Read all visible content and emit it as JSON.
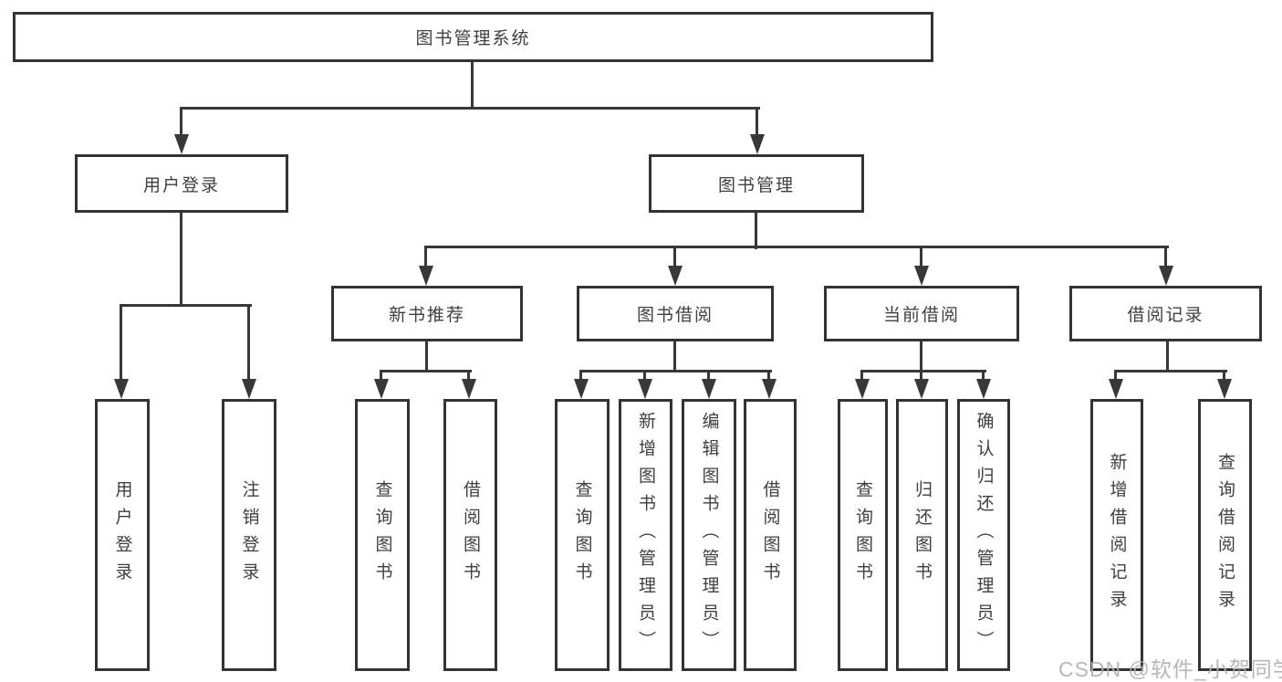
{
  "nodes": {
    "root": "图书管理系统",
    "level2": [
      "用户登录",
      "图书管理"
    ],
    "level3": [
      "新书推荐",
      "图书借阅",
      "当前借阅",
      "借阅记录"
    ],
    "leaves_user": [
      "用户登录",
      "注销登录"
    ],
    "leaves_newbook": [
      "查询图书",
      "借阅图书"
    ],
    "leaves_borrow": [
      "查询图书",
      "新增图书（管理员）",
      "编辑图书（管理员）",
      "借阅图书"
    ],
    "leaves_current": [
      "查询图书",
      "归还图书",
      "确认归还（管理员）"
    ],
    "leaves_record": [
      "新增借阅记录",
      "查询借阅记录"
    ]
  },
  "watermark": "CSDN @软件_小贺同学",
  "colors": {
    "line": "#383838",
    "border": "#333333",
    "text": "#3f3f3f",
    "watermark": "#afafaf",
    "background": "#ffffff"
  }
}
